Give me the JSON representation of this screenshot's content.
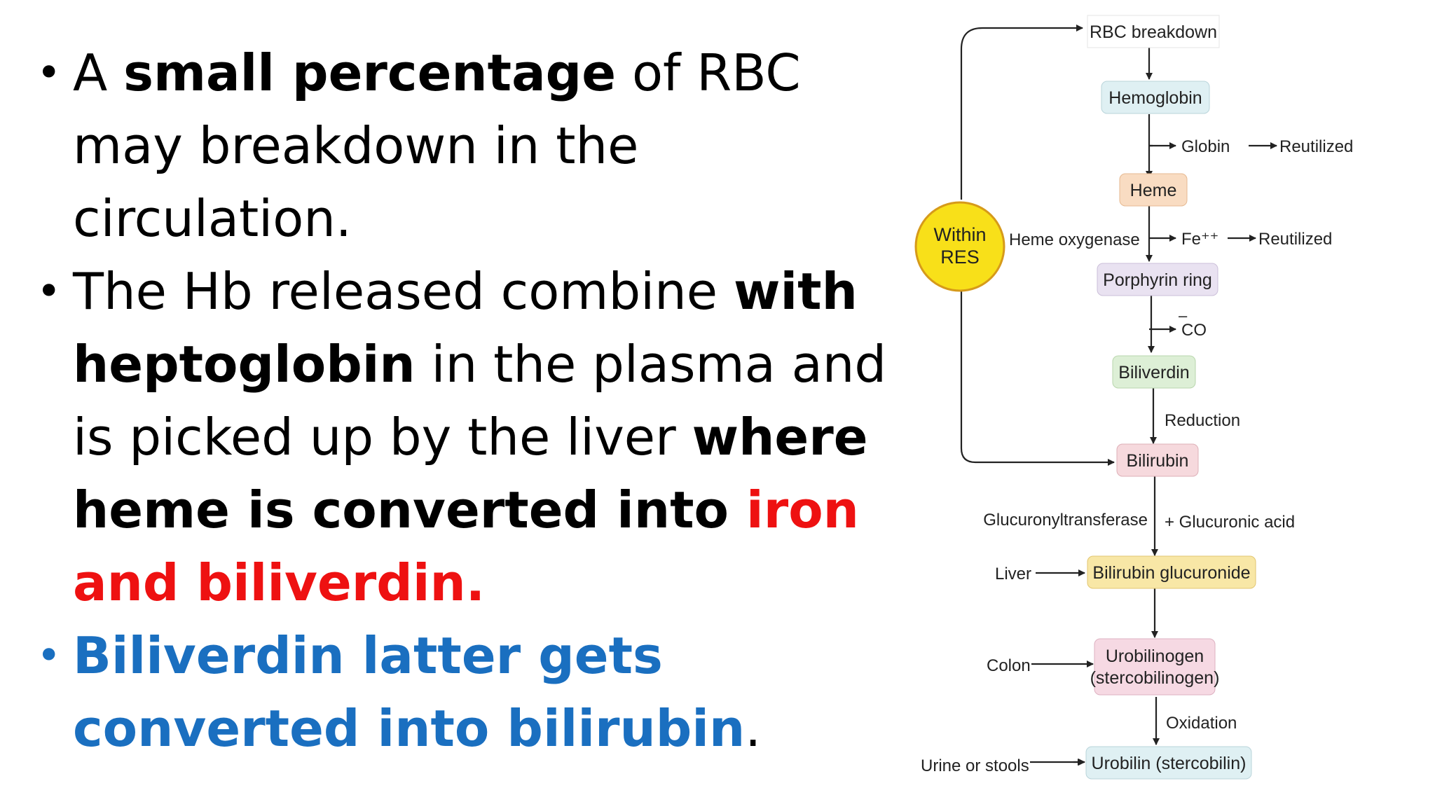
{
  "slide": {
    "bullets": [
      {
        "parts": [
          {
            "text": "A ",
            "style": "normal"
          },
          {
            "text": "small percentage",
            "style": "bold"
          },
          {
            "text": " of RBC may breakdown in the circulation.",
            "style": "normal"
          }
        ]
      },
      {
        "parts": [
          {
            "text": "The Hb released combine ",
            "style": "normal"
          },
          {
            "text": "with heptoglobin",
            "style": "bold"
          },
          {
            "text": " in the plasma and is picked up by the liver ",
            "style": "normal"
          },
          {
            "text": "where heme is converted into ",
            "style": "bold"
          },
          {
            "text": "iron and biliverdin",
            "style": "red"
          },
          {
            "text": ".",
            "style": "red"
          }
        ]
      },
      {
        "parts": [
          {
            "text": "Biliverdin latter gets converted into bilirubin",
            "style": "blue"
          },
          {
            "text": ".",
            "style": "normal"
          }
        ]
      }
    ]
  },
  "diagram": {
    "colors": {
      "light_blue": "#dff0f3",
      "peach": "#f9dcc2",
      "lavender": "#e9e2f1",
      "mint": "#ddefd6",
      "pink": "#f6d9dd",
      "yellow_box": "#f8e7a6",
      "circle": "#f8e019"
    },
    "nodes": {
      "rbc": "RBC breakdown",
      "hemoglobin": "Hemoglobin",
      "heme": "Heme",
      "porphyrin": "Porphyrin ring",
      "biliverdin": "Biliverdin",
      "bilirubin": "Bilirubin",
      "glucuronide": "Bilirubin glucuronide",
      "urobilinogen_1": "Urobilinogen",
      "urobilinogen_2": "(stercobilinogen)",
      "urobilin": "Urobilin (stercobilin)"
    },
    "side_labels": {
      "globin": "Globin",
      "reutilized_1": "Reutilized",
      "heme_oxygenase": "Heme oxygenase",
      "fe": "Fe⁺⁺",
      "reutilized_2": "Reutilized",
      "co": "CO",
      "co_sign": "–",
      "reduction": "Reduction",
      "glucuronyltransferase": "Glucuronyltransferase",
      "glucuronic_acid": "+ Glucuronic acid",
      "liver": "Liver",
      "colon": "Colon",
      "oxidation": "Oxidation",
      "urine": "Urine or stools"
    },
    "res_circle": {
      "line1": "Within",
      "line2": "RES"
    }
  }
}
